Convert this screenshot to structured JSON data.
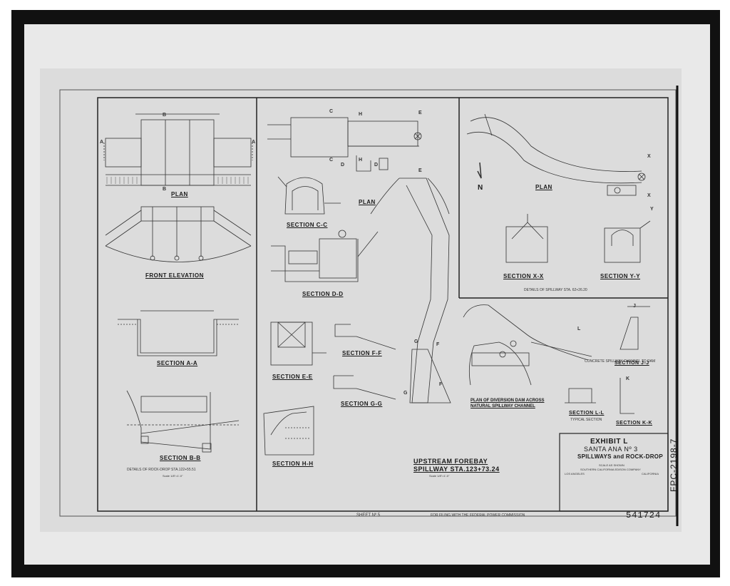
{
  "drawing": {
    "panel_left": {
      "plan": "PLAN",
      "front_elevation": "FRONT   ELEVATION",
      "section_aa": "SECTION  A-A",
      "section_bb": "SECTION  B-B",
      "caption": "DETAILS  OF  ROCK-DROP  STA.122+55.51",
      "scale": "Scale 1/8\"=1'-0\""
    },
    "panel_center": {
      "plan": "PLAN",
      "section_cc": "SECTION  C-C",
      "section_dd": "SECTION  D-D",
      "section_ee": "SECTION  E-E",
      "section_ff": "SECTION  F-F",
      "section_gg": "SECTION  G-G",
      "section_hh": "SECTION  H-H",
      "forebay_1": "UPSTREAM  FOREBAY",
      "forebay_2": "SPILLWAY  STA.123+73.24",
      "scale": "Scale 1/8\"=1'-0\""
    },
    "panel_right": {
      "plan": "PLAN",
      "north": "N",
      "section_xx": "SECTION  X-X",
      "section_yy": "SECTION  Y-Y",
      "caption": "DETAILS  OF  SPILLWAY  STA. 62+26.20",
      "diversion_1": "PLAN  OF  DIVERSION  DAM  ACROSS",
      "diversion_2": "NATURAL  SPILLWAY  CHANNEL",
      "section_jj": "SECTION  J-J",
      "section_ll": "SECTION  L-L",
      "section_kk": "SECTION  K-K",
      "typical": "TYPICAL  SECTION",
      "concrete_note": "CONCRETE SPILLWAY CHANNEL TO DAM"
    },
    "markers": {
      "a": "A",
      "b": "B",
      "c": "C",
      "d": "D",
      "e": "E",
      "f": "F",
      "g": "G",
      "h": "H",
      "x": "X",
      "y": "Y",
      "j": "J",
      "l": "L",
      "k": "K"
    },
    "title_block": {
      "exhibit": "EXHIBIT  L",
      "project": "SANTA ANA Nº 3",
      "subject": "SPILLWAYS and ROCK-DROP",
      "scale_note": "SCALE AS SHOWN",
      "company": "SOUTHERN  CALIFORNIA  EDISON  COMPANY",
      "location_left": "LOS  ANGELES",
      "location_right": "CALIFORNIA"
    },
    "footer": {
      "sheet": "SHEET  Nº 5",
      "filing": "FOR FILING WITH THE FEDERAL POWER COMMISSION"
    },
    "drawing_number": "541724",
    "side_code": "FPC-2198-7"
  }
}
